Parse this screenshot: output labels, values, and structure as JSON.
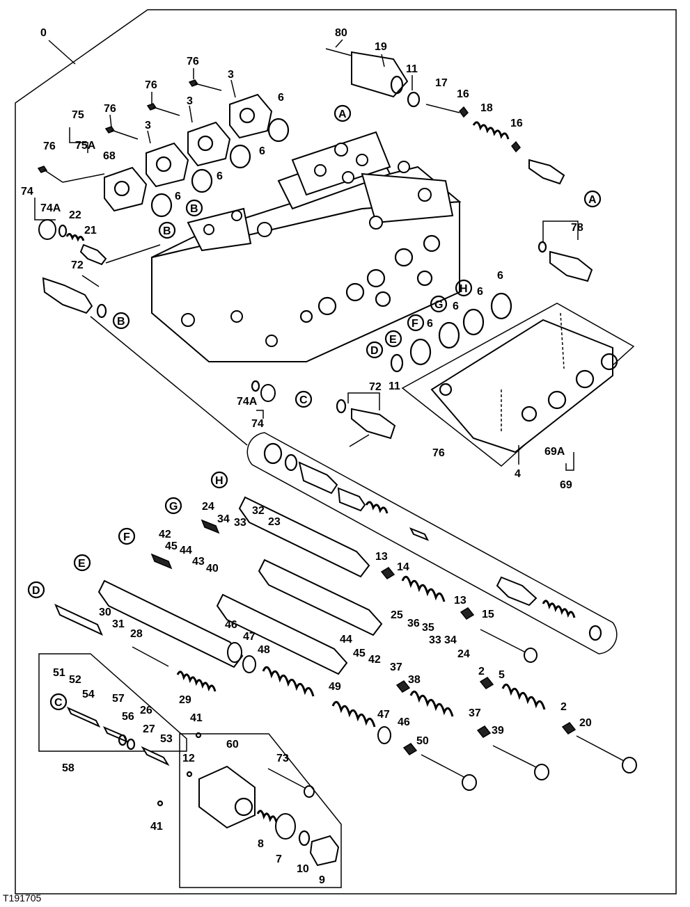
{
  "figure_code": "T191705",
  "callouts": {
    "assembly": "0",
    "ref_a_1": "A",
    "ref_a_2": "A",
    "ref_b_1": "B",
    "ref_b_2": "B",
    "ref_b_3": "B",
    "ref_c_1": "C",
    "ref_c_2": "C",
    "ref_d_1": "D",
    "ref_d_2": "D",
    "ref_e_1": "E",
    "ref_e_2": "E",
    "ref_f_1": "F",
    "ref_f_2": "F",
    "ref_g_1": "G",
    "ref_g_2": "G",
    "ref_h_1": "H",
    "ref_h_2": "H",
    "p80": "80",
    "p19": "19",
    "p11a": "11",
    "p17": "17",
    "p16a": "16",
    "p18": "18",
    "p16b": "16",
    "p76a": "76",
    "p3a": "3",
    "p76b": "76",
    "p3b": "3",
    "p76c": "76",
    "p3c": "3",
    "p75": "75",
    "p75a": "75A",
    "p76d": "76",
    "p68": "68",
    "p6a": "6",
    "p6b": "6",
    "p6c": "6",
    "p6d": "6",
    "p74a": "74",
    "p74aa": "74A",
    "p22": "22",
    "p21": "21",
    "p72a": "72",
    "p78": "78",
    "p6e": "6",
    "p6f": "6",
    "p6g": "6",
    "p6h": "6",
    "p11b": "11",
    "p72b": "72",
    "p74ab": "74A",
    "p74b": "74",
    "p76e": "76",
    "p4": "4",
    "p69a": "69A",
    "p69": "69",
    "p24a": "24",
    "p34a": "34",
    "p33a": "33",
    "p32": "32",
    "p23": "23",
    "p42a": "42",
    "p45a": "45",
    "p44a": "44",
    "p43": "43",
    "p40": "40",
    "p13a": "13",
    "p14": "14",
    "p13b": "13",
    "p15": "15",
    "p30": "30",
    "p31": "31",
    "p28": "28",
    "p25": "25",
    "p36": "36",
    "p35": "35",
    "p33b": "33",
    "p34b": "34",
    "p46a": "46",
    "p47a": "47",
    "p48": "48",
    "p44b": "44",
    "p45b": "45",
    "p42b": "42",
    "p24b": "24",
    "p2a": "2",
    "p5": "5",
    "p37a": "37",
    "p38": "38",
    "p29": "29",
    "p49": "49",
    "p47b": "47",
    "p46b": "46",
    "p50": "50",
    "p37b": "37",
    "p39": "39",
    "p2b": "2",
    "p20": "20",
    "p51": "51",
    "p52": "52",
    "p54": "54",
    "p57": "57",
    "p56": "56",
    "p26": "26",
    "p27": "27",
    "p53": "53",
    "p58": "58",
    "p41a": "41",
    "p60": "60",
    "p12": "12",
    "p73": "73",
    "p41b": "41",
    "p8": "8",
    "p7": "7",
    "p10": "10",
    "p9": "9"
  }
}
